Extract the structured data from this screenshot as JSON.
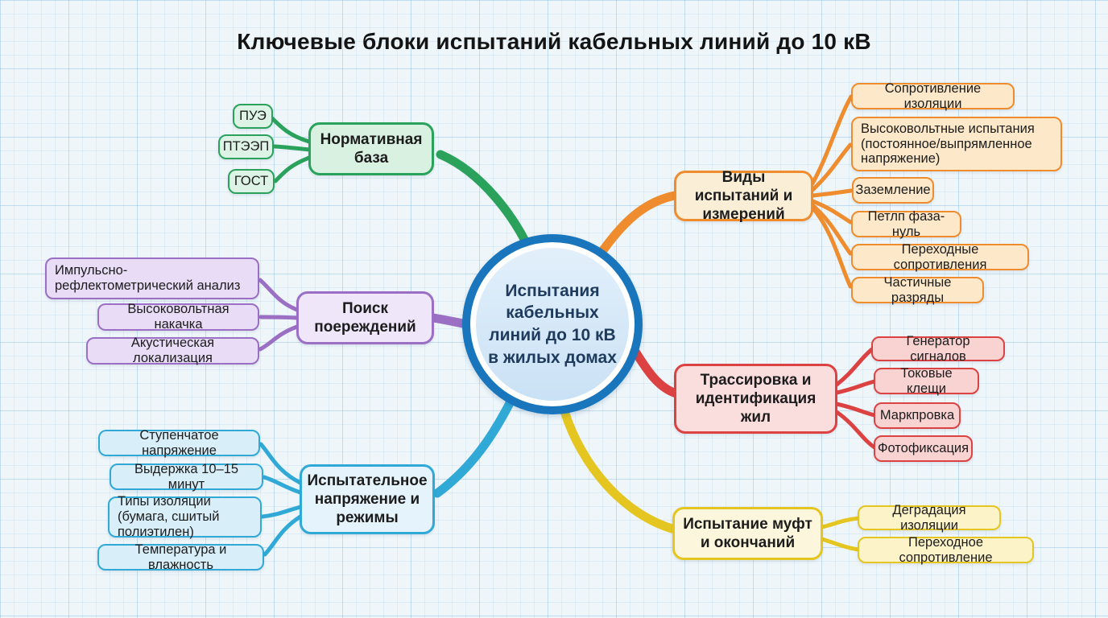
{
  "title": "Ключевые блоки испытаний кабельных линий до 10 кВ",
  "center": {
    "label": "Испытания кабельных линий до 10 кВ в жилых домах"
  },
  "colors": {
    "background": "#eef6fa",
    "center_ring": "#1976bc",
    "center_fill": "#cde3f5",
    "green": "#2ba25c",
    "purple": "#9a6fc4",
    "cyan": "#30a9d6",
    "orange": "#ee8c2e",
    "red": "#dd4242",
    "yellow": "#e5c51f"
  },
  "branches": [
    {
      "label": "Нормативная база",
      "color": "#2ba25c",
      "children": [
        "ПУЭ",
        "ПТЭЭП",
        "ГОСТ"
      ]
    },
    {
      "label": "Поиск поереждений",
      "color": "#9a6fc4",
      "children": [
        "Импульсно-рефлектометрический анализ",
        "Высоковольтная накачка",
        "Акустическая локализация"
      ]
    },
    {
      "label": "Испытательное напряжение и режимы",
      "color": "#30a9d6",
      "children": [
        "Ступенчатое напряжение",
        "Выдержка 10–15 минут",
        "Типы изоляции (бумага, сшитый полиэтилен)",
        "Температура и влажность"
      ]
    },
    {
      "label": "Виды испытаний и измерений",
      "color": "#ee8c2e",
      "children": [
        "Сопротивление изоляции",
        "Высоковольтные испытания (постоянное/выпрямленное напряжение)",
        "Заземление",
        "Петлп фаза-нуль",
        "Переходные сопротивления",
        "Частичные разряды"
      ]
    },
    {
      "label": "Трассировка и идентификация жил",
      "color": "#dd4242",
      "children": [
        "Генератор сигналов",
        "Токовые клещи",
        "Маркпровка",
        "Фотофиксация"
      ]
    },
    {
      "label": "Испытание муфт и окончаний",
      "color": "#e5c51f",
      "children": [
        "Деградация изоляции",
        "Переходное сопротивление"
      ]
    }
  ]
}
